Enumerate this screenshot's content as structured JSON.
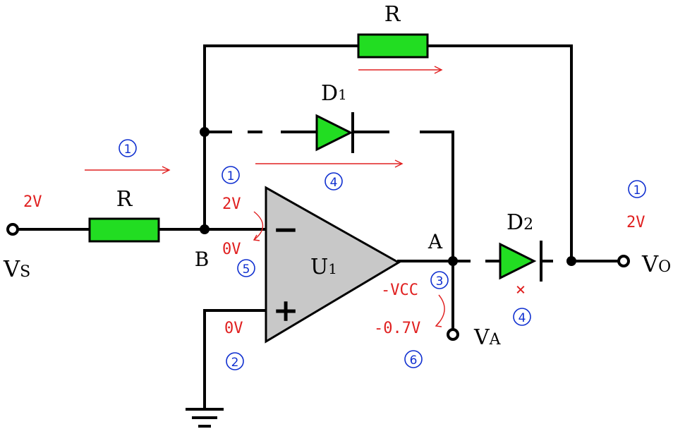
{
  "labels": {
    "r_top": "R",
    "r_in": "R",
    "d1": "D",
    "d1_sub": "1",
    "d2": "D",
    "d2_sub": "2",
    "u1": "U",
    "u1_sub": "1",
    "node_a": "A",
    "node_b": "B",
    "vs": "V",
    "vs_sub": "S",
    "vo": "V",
    "vo_sub": "O",
    "va": "V",
    "va_sub": "A",
    "minus": "−",
    "plus": "+"
  },
  "annotations": {
    "vs_voltage": "2V",
    "inv_input_voltage": "2V",
    "inv_input_zero": "0V",
    "noninv_voltage": "0V",
    "neg_vcc": "-VCC",
    "minus_07": "-0.7V",
    "vo_voltage": "2V",
    "d2_cross": "×"
  },
  "steps": {
    "s1_input": "1",
    "s1_inv": "1",
    "s1_out": "1",
    "s2": "2",
    "s3": "3",
    "s4_d1": "4",
    "s4_d2": "4",
    "s5": "5",
    "s6": "6"
  },
  "colors": {
    "wire": "#000000",
    "resistor": "#22dd22",
    "diode": "#22dd22",
    "opamp": "#c8c8c8",
    "annotation_red": "#e02020",
    "step_blue": "#1030d0"
  }
}
